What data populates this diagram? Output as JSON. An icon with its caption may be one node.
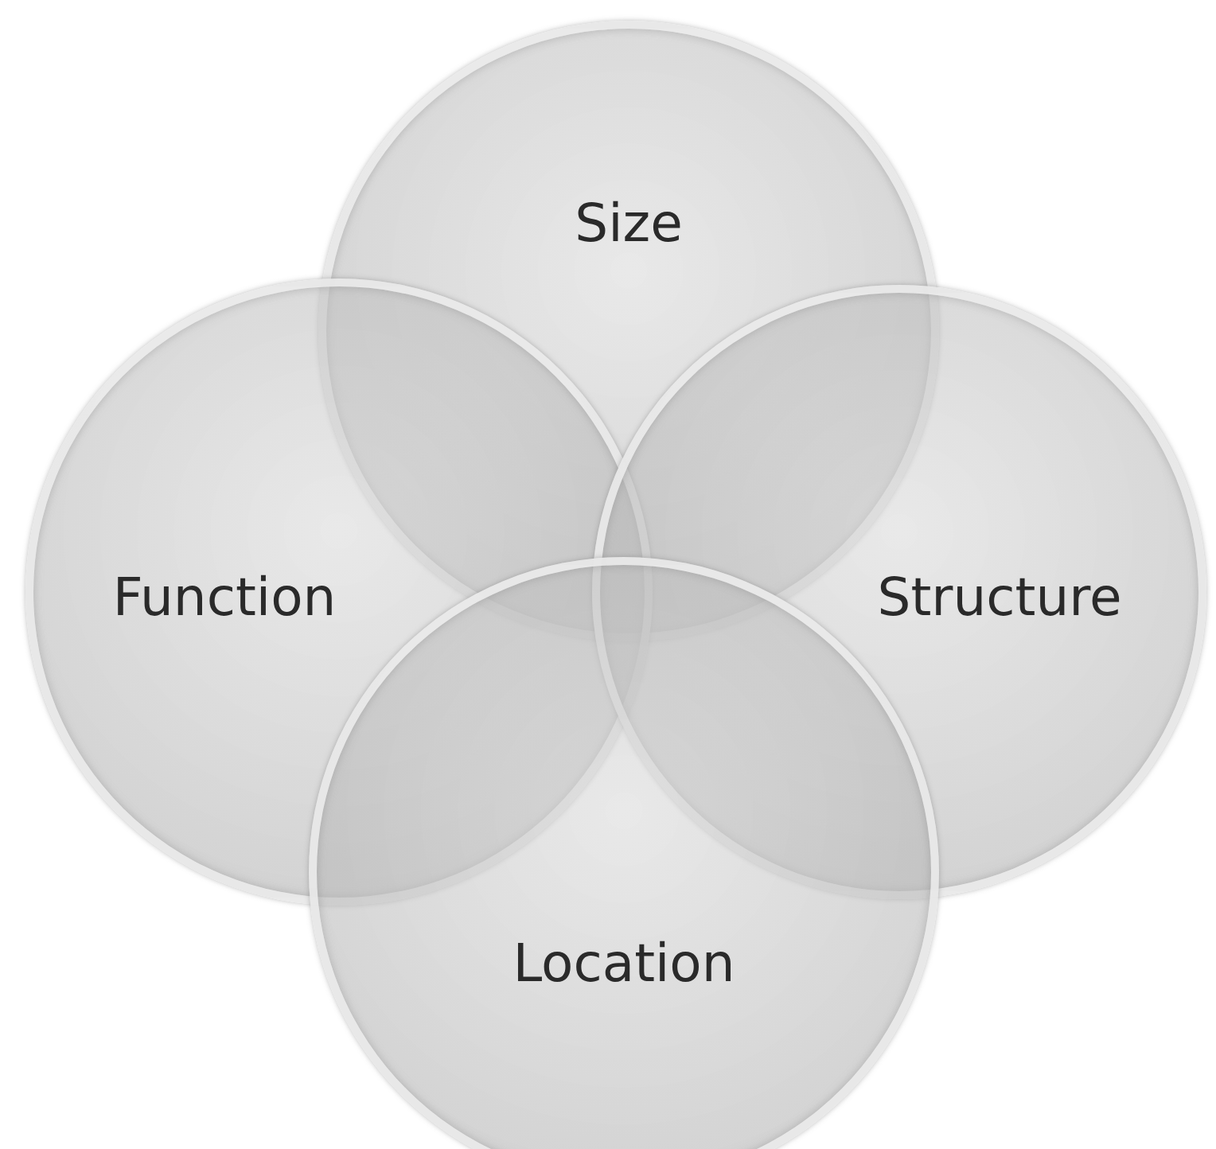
{
  "diagram": {
    "nodes": [
      {
        "text": [
          "Size"
        ]
      },
      {
        "text": [
          "Function"
        ]
      },
      {
        "text": [
          "Structure"
        ]
      },
      {
        "text": [
          "Location"
        ]
      }
    ]
  }
}
